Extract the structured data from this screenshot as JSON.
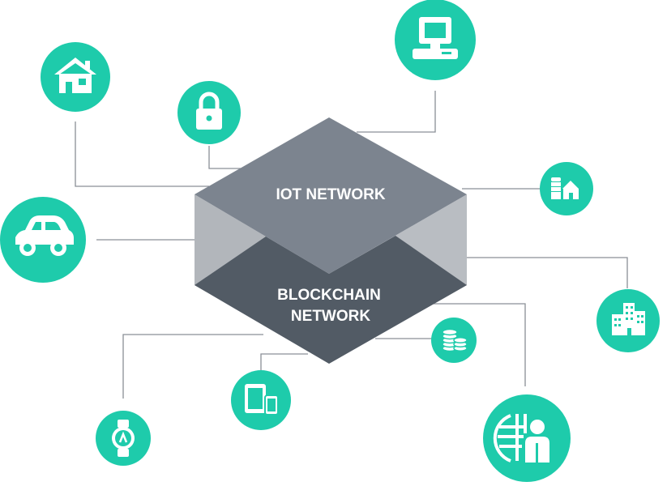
{
  "colors": {
    "accent": "#1ecbab",
    "top_face": "#7c848f",
    "bottom_face": "#525b65",
    "left_face_light": "#b2b6bb",
    "right_face_light": "#b9bdc2",
    "connector": "#8a8f96"
  },
  "iot_network_label": "IOT NETWORK",
  "blockchain_network_label": [
    "BLOCKCHAIN",
    "NETWORK"
  ],
  "nodes": [
    {
      "icon": "house-icon"
    },
    {
      "icon": "lock-icon"
    },
    {
      "icon": "computer-icon"
    },
    {
      "icon": "farm-icon"
    },
    {
      "icon": "car-icon"
    },
    {
      "icon": "office-building-icon"
    },
    {
      "icon": "coin-stack-icon"
    },
    {
      "icon": "devices-icon"
    },
    {
      "icon": "smartwatch-icon"
    },
    {
      "icon": "smart-city-person-icon"
    }
  ]
}
